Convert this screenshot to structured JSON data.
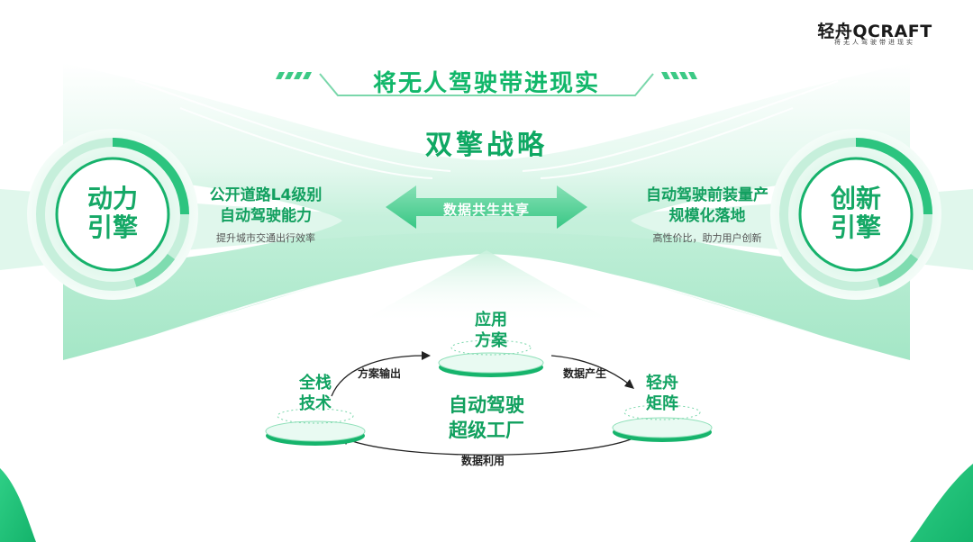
{
  "brand": {
    "logo_text": "轻舟QCRAFT",
    "tagline": "将无人驾驶带进现实"
  },
  "header": {
    "title": "将无人驾驶带进现实",
    "strategy": "双擎战略"
  },
  "left_engine": {
    "name_line1": "动力",
    "name_line2": "引擎",
    "title_line1": "公开道路L4级别",
    "title_line2": "自动驾驶能力",
    "subtitle": "提升城市交通出行效率"
  },
  "right_engine": {
    "name_line1": "创新",
    "name_line2": "引擎",
    "title_line1": "自动驾驶前装量产",
    "title_line2": "规模化落地",
    "subtitle": "高性价比，助力用户创新"
  },
  "center_arrow": {
    "label": "数据共生共享"
  },
  "cycle": {
    "center_line1": "自动驾驶",
    "center_line2": "超级工厂",
    "nodes": [
      {
        "line1": "应用",
        "line2": "方案"
      },
      {
        "line1": "全栈",
        "line2": "技术"
      },
      {
        "line1": "轻舟",
        "line2": "矩阵"
      }
    ],
    "flows": [
      "方案输出",
      "数据产生",
      "数据利用"
    ]
  },
  "colors": {
    "primary": "#12b76a",
    "light": "#c6f0dc",
    "pale": "#eafaf2"
  }
}
